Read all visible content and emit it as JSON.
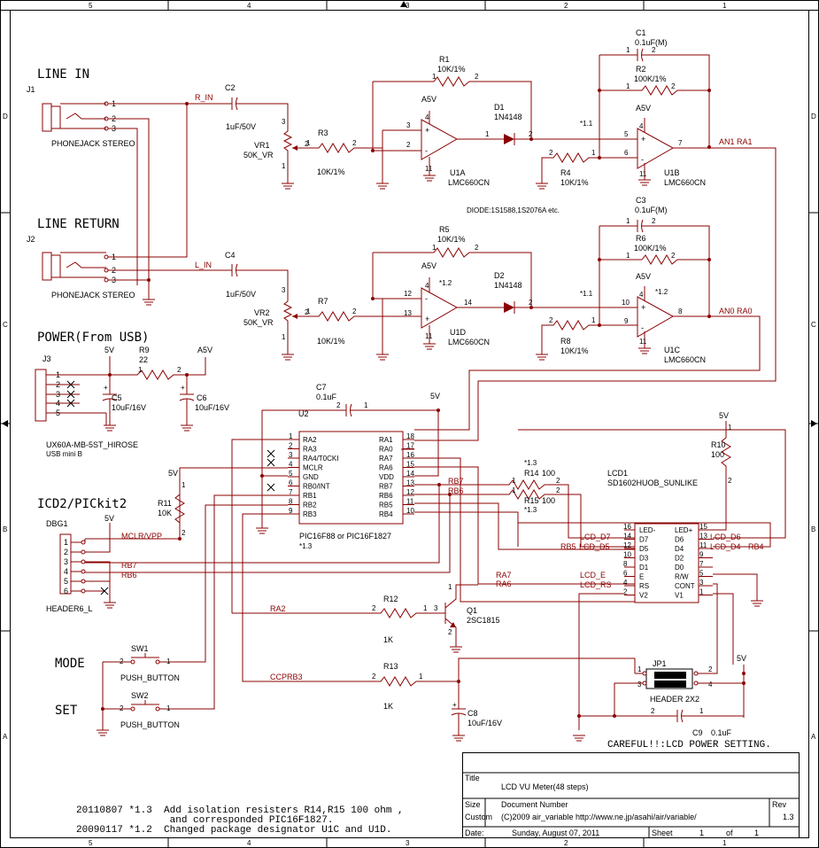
{
  "frame": {
    "col_labels": [
      "5",
      "4",
      "3",
      "2",
      "1"
    ],
    "row_labels": [
      "D",
      "C",
      "B",
      "A"
    ]
  },
  "headings": {
    "line_in": "LINE IN",
    "line_return": "LINE RETURN",
    "power": "POWER(From USB)",
    "icd": "ICD2/PICkit2",
    "mode": "MODE",
    "set": "SET"
  },
  "jacks": {
    "j1": {
      "ref": "J1",
      "value": "PHONEJACK STEREO"
    },
    "j2": {
      "ref": "J2",
      "value": "PHONEJACK STEREO"
    },
    "j3": {
      "ref": "J3",
      "value": "UX60A-MB-5ST_HIROSE",
      "sub": "USB mini B"
    },
    "dbg1": {
      "ref": "DBG1",
      "value": "HEADER6_L"
    },
    "jp1": {
      "ref": "JP1",
      "value": "HEADER 2X2"
    }
  },
  "nets": {
    "r_in": "R_IN",
    "l_in": "L_IN",
    "an1": "AN1 RA1",
    "an0": "AN0 RA0",
    "mclr": "MCLR/VPP",
    "rb7": "RB7",
    "rb6": "RB6",
    "ra2": "RA2",
    "ccprb3": "CCPRB3",
    "lcd_d7": "LCD_D7",
    "lcd_d5": "LCD_D5",
    "rb5": "RB5",
    "lcd_d6": "LCD_D6",
    "lcd_d4": "LCD_D4",
    "rb4": "RB4",
    "ra7": "RA7",
    "ra6": "RA6",
    "lcd_e": "LCD_E",
    "lcd_rs": "LCD_RS"
  },
  "power": {
    "a5v": "A5V",
    "v5": "5V"
  },
  "parts": {
    "c1": {
      "ref": "C1",
      "value": "0.1uF(M)"
    },
    "r2": {
      "ref": "R2",
      "value": "100K/1%"
    },
    "r1": {
      "ref": "R1",
      "value": "10K/1%"
    },
    "c2": {
      "ref": "C2",
      "value": "1uF/50V"
    },
    "vr1": {
      "ref": "VR1",
      "value": "50K_VR"
    },
    "r3": {
      "ref": "R3",
      "value": "10K/1%"
    },
    "d1": {
      "ref": "D1",
      "value": "1N4148"
    },
    "u1a": {
      "ref": "U1A",
      "value": "LMC660CN"
    },
    "r4": {
      "ref": "R4",
      "value": "10K/1%"
    },
    "u1b": {
      "ref": "U1B",
      "value": "LMC660CN"
    },
    "diode_note": "DIODE:1S1588,1S2076A etc.",
    "c3": {
      "ref": "C3",
      "value": "0.1uF(M)"
    },
    "r6": {
      "ref": "R6",
      "value": "100K/1%"
    },
    "r5": {
      "ref": "R5",
      "value": "10K/1%"
    },
    "c4": {
      "ref": "C4",
      "value": "1uF/50V"
    },
    "vr2": {
      "ref": "VR2",
      "value": "50K_VR"
    },
    "r7": {
      "ref": "R7",
      "value": "10K/1%"
    },
    "d2": {
      "ref": "D2",
      "value": "1N4148"
    },
    "u1d": {
      "ref": "U1D",
      "value": "LMC660CN"
    },
    "r8": {
      "ref": "R8",
      "value": "10K/1%"
    },
    "u1c": {
      "ref": "U1C",
      "value": "LMC660CN"
    },
    "r9": {
      "ref": "R9",
      "value": "22"
    },
    "c5": {
      "ref": "C5",
      "value": "10uF/16V"
    },
    "c6": {
      "ref": "C6",
      "value": "10uF/16V"
    },
    "c7": {
      "ref": "C7",
      "value": "0.1uF"
    },
    "u2": {
      "ref": "U2",
      "value": "PIC16F88 or PIC16F1827"
    },
    "r10": {
      "ref": "R10",
      "value": "100"
    },
    "r11": {
      "ref": "R11",
      "value": "10K"
    },
    "r14": {
      "ref": "R14",
      "value": "100"
    },
    "r15": {
      "ref": "R15",
      "value": "100"
    },
    "lcd1": {
      "ref": "LCD1",
      "value": "SD1602HUOB_SUNLIKE"
    },
    "r12": {
      "ref": "R12",
      "value": "1K"
    },
    "q1": {
      "ref": "Q1",
      "value": "2SC1815"
    },
    "r13": {
      "ref": "R13",
      "value": "1K"
    },
    "c8": {
      "ref": "C8",
      "value": "10uF/16V"
    },
    "c9": {
      "ref": "C9",
      "value": "0.1uF"
    },
    "sw1": {
      "ref": "SW1",
      "value": "PUSH_BUTTON"
    },
    "sw2": {
      "ref": "SW2",
      "value": "PUSH_BUTTON"
    }
  },
  "pic_pins_left": [
    "RA2",
    "RA3",
    "RA4/T0CKI",
    "MCLR",
    "GND",
    "RB0/INT",
    "RB1",
    "RB2",
    "RB3"
  ],
  "pic_pins_right": [
    "RA1",
    "RA0",
    "RA7",
    "RA6",
    "VDD",
    "RB7",
    "RB6",
    "RB5",
    "RB4"
  ],
  "pic_nums_left": [
    "1",
    "2",
    "3",
    "4",
    "5",
    "6",
    "7",
    "8",
    "9"
  ],
  "pic_nums_right": [
    "18",
    "17",
    "16",
    "15",
    "14",
    "13",
    "12",
    "11",
    "10"
  ],
  "lcd_pins_left": [
    "LED-",
    "D7",
    "D5",
    "D3",
    "D1",
    "E",
    "RS",
    "V2"
  ],
  "lcd_pins_right": [
    "LED+",
    "D6",
    "D4",
    "D2",
    "D0",
    "R/W",
    "CONT",
    "V1"
  ],
  "lcd_nums_left": [
    "16",
    "14",
    "12",
    "10",
    "8",
    "6",
    "4",
    "2"
  ],
  "lcd_nums_right": [
    "15",
    "13",
    "11",
    "9",
    "7",
    "5",
    "3",
    "1"
  ],
  "annotations": {
    "n11a": "*1.1",
    "n11b": "*1.1",
    "n12a": "*1.2",
    "n12b": "*1.2",
    "n13a": "*1.3",
    "n13b": "*1.3",
    "n13c": "*1.3",
    "careful": "CAREFUL!!:LCD POWER SETTING."
  },
  "revision_notes": [
    "20110807 *1.3  Add isolation resisters R14,R15 100 ohm ,",
    "                and corresponded PIC16F1827.",
    "20090117 *1.2  Changed package designator U1C and U1D."
  ],
  "title_block": {
    "title_label": "Title",
    "title": "LCD VU Meter(48 steps)",
    "size_label": "Size",
    "size": "Custom",
    "docnum_label": "Document Number",
    "docnum": "(C)2009 air_variable  http://www.ne.jp/asahi/air/variable/",
    "rev_label": "Rev",
    "rev": "1.3",
    "date_label": "Date:",
    "date": "Sunday, August 07, 2011",
    "sheet_label": "Sheet",
    "sheet": "1",
    "of_label": "of",
    "of": "1"
  }
}
